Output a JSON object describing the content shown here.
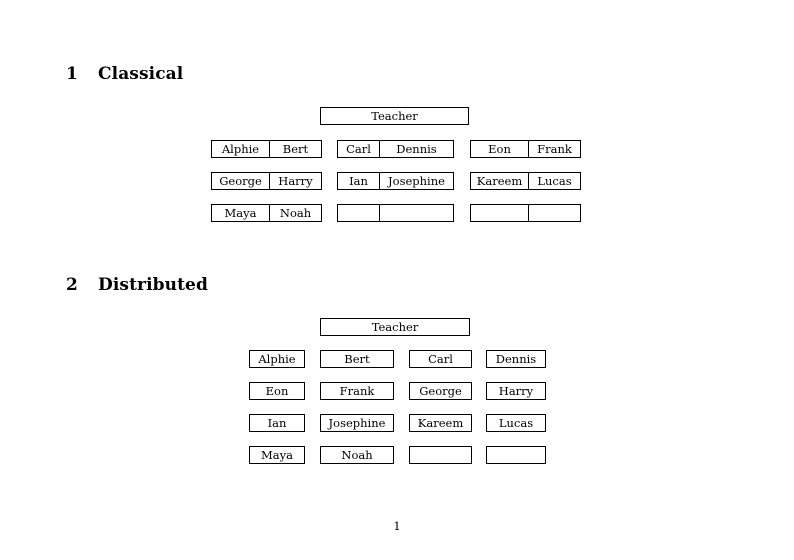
{
  "document": {
    "page_number": "1",
    "background_color": "#ffffff",
    "text_color": "#000000",
    "border_color": "#000000"
  },
  "sections": [
    {
      "number": "1",
      "title": "Classical",
      "layout": "classical",
      "teacher_label": "Teacher",
      "columns": [
        {
          "rows": [
            {
              "left": "Alphie",
              "right": "Bert"
            },
            {
              "left": "George",
              "right": "Harry"
            },
            {
              "left": "Maya",
              "right": "Noah"
            }
          ]
        },
        {
          "rows": [
            {
              "left": "Carl",
              "right": "Dennis"
            },
            {
              "left": "Ian",
              "right": "Josephine"
            },
            {
              "left": "",
              "right": ""
            }
          ]
        },
        {
          "rows": [
            {
              "left": "Eon",
              "right": "Frank"
            },
            {
              "left": "Kareem",
              "right": "Lucas"
            },
            {
              "left": "",
              "right": ""
            }
          ]
        }
      ]
    },
    {
      "number": "2",
      "title": "Distributed",
      "layout": "distributed",
      "teacher_label": "Teacher",
      "rows": [
        [
          "Alphie",
          "Bert",
          "Carl",
          "Dennis"
        ],
        [
          "Eon",
          "Frank",
          "George",
          "Harry"
        ],
        [
          "Ian",
          "Josephine",
          "Kareem",
          "Lucas"
        ],
        [
          "Maya",
          "Noah",
          "",
          ""
        ]
      ]
    }
  ]
}
